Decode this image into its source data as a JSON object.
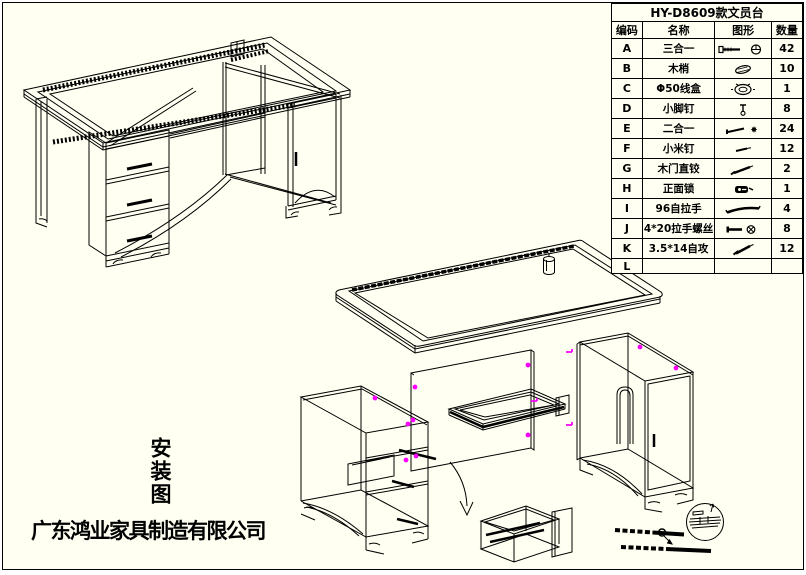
{
  "page": {
    "background_color": "#FFFFF2",
    "line_color": "#000000",
    "marker_color": "#FF00FF"
  },
  "assembly_title": "安装图",
  "company_name": "广东鸿业家具制造有限公司",
  "parts_table": {
    "title": "HY-D8609款文员台",
    "headers": {
      "code": "编码",
      "name": "名称",
      "graphic": "图形",
      "qty": "数量"
    },
    "rows": [
      {
        "code": "A",
        "name": "三合一",
        "icon": "cam-bolt-and-cam-icon",
        "qty": "42"
      },
      {
        "code": "B",
        "name": "木梢",
        "icon": "wood-dowel-icon",
        "qty": "10"
      },
      {
        "code": "C",
        "name": "Φ50线盒",
        "icon": "wire-grommet-icon",
        "qty": "1"
      },
      {
        "code": "D",
        "name": "小脚钉",
        "icon": "foot-nail-icon",
        "qty": "8"
      },
      {
        "code": "E",
        "name": "二合一",
        "icon": "two-in-one-bolt-icon",
        "qty": "24"
      },
      {
        "code": "F",
        "name": "小米钉",
        "icon": "small-nail-icon",
        "qty": "12"
      },
      {
        "code": "G",
        "name": "木门直铰",
        "icon": "hinge-screw-icon",
        "qty": "2"
      },
      {
        "code": "H",
        "name": "正面锁",
        "icon": "front-lock-icon",
        "qty": "1"
      },
      {
        "code": "I",
        "name": "96自拉手",
        "icon": "handle-icon",
        "qty": "4"
      },
      {
        "code": "J",
        "name": "4*20拉手螺丝",
        "icon": "handle-screw-icon",
        "qty": "8"
      },
      {
        "code": "K",
        "name": "3.5*14自攻",
        "icon": "self-tapping-screw-icon",
        "qty": "12"
      },
      {
        "code": "L",
        "name": "",
        "icon": "",
        "qty": ""
      }
    ]
  }
}
